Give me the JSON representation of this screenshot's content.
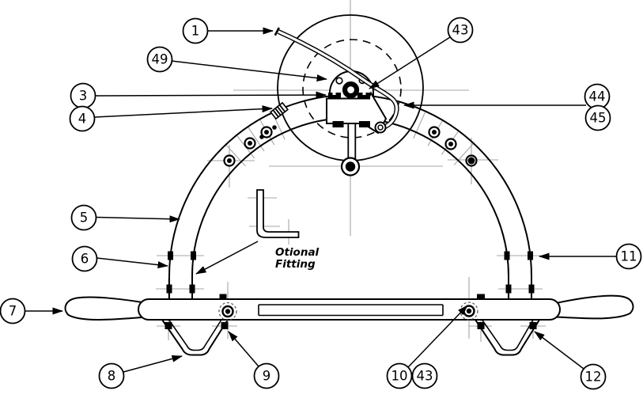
{
  "figure": {
    "type": "technical-parts-diagram",
    "background": "#ffffff",
    "ink_color": "#000000",
    "construction_line_color": "#a6a6a6"
  },
  "labels": {
    "optional_fitting_line1": "Otional",
    "optional_fitting_line2": "Fitting"
  },
  "callouts": [
    {
      "number": "1"
    },
    {
      "number": "49"
    },
    {
      "number": "3"
    },
    {
      "number": "4"
    },
    {
      "number": "43"
    },
    {
      "number": "44"
    },
    {
      "number": "45"
    },
    {
      "number": "5"
    },
    {
      "number": "6"
    },
    {
      "number": "11"
    },
    {
      "number": "7"
    },
    {
      "number": "8"
    },
    {
      "number": "9"
    },
    {
      "number": "10"
    },
    {
      "number": "43"
    },
    {
      "number": "12"
    }
  ]
}
